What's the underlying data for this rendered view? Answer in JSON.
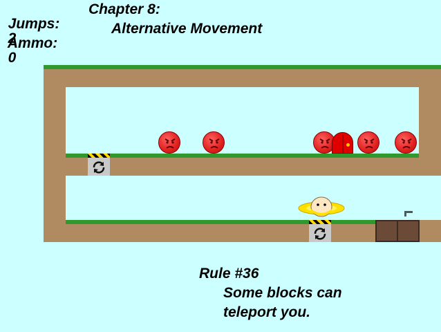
{
  "hud": {
    "jumps_label": "Jumps:",
    "jumps_value": "2",
    "ammo_label": "Ammo:",
    "ammo_value": "0",
    "chapter": "Chapter 8:",
    "chapter_title": "Alternative Movement"
  },
  "rule": {
    "number": "Rule #36",
    "line1": "Some blocks can",
    "line2": "teleport you."
  },
  "colors": {
    "background": "#ccffff",
    "dirt": "#b08a60",
    "grass": "#2e9a2e",
    "enemy": "#e02020",
    "door": "#e00000",
    "crate": "#6b4a38",
    "teleporter": "#c9c9c9",
    "halo": "#ffe000"
  },
  "entities": {
    "enemies": [
      "angry-red-ball",
      "angry-red-ball",
      "angry-red-ball",
      "angry-red-ball",
      "angry-red-ball"
    ],
    "door": "red-exit-door",
    "teleporters": [
      "teleporter-block",
      "teleporter-block"
    ],
    "crate": "wooden-crate",
    "player": "egg-with-halo"
  }
}
